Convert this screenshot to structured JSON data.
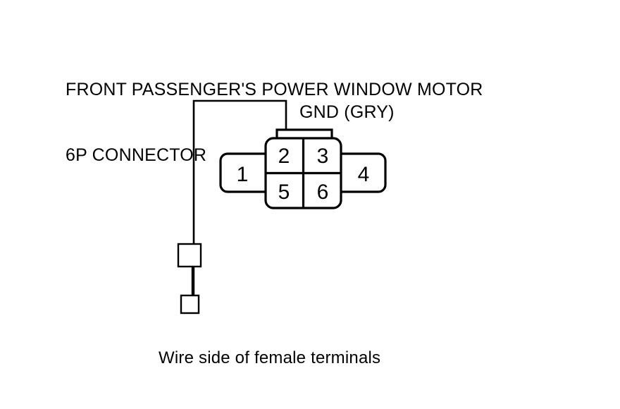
{
  "figure": {
    "title_lines": [
      "FRONT PASSENGER'S POWER WINDOW MOTOR",
      "6P CONNECTOR"
    ],
    "caption": "Wire side of female terminals",
    "wire_label": "GND (GRY)",
    "connector": {
      "type": "6P",
      "view": "Wire side of female terminals",
      "pins": [
        {
          "number": "1",
          "position": "left"
        },
        {
          "number": "2",
          "position": "center-top-left"
        },
        {
          "number": "3",
          "position": "center-top-right"
        },
        {
          "number": "4",
          "position": "right"
        },
        {
          "number": "5",
          "position": "center-bottom-left"
        },
        {
          "number": "6",
          "position": "center-bottom-right"
        }
      ]
    },
    "wire": {
      "from_pin": "2",
      "signal": "GND",
      "color_code": "GRY",
      "terminates_at": "test-probe-terminals"
    },
    "colors": {
      "line": "#000000",
      "fill": "#ffffff",
      "background": "#ffffff"
    }
  }
}
